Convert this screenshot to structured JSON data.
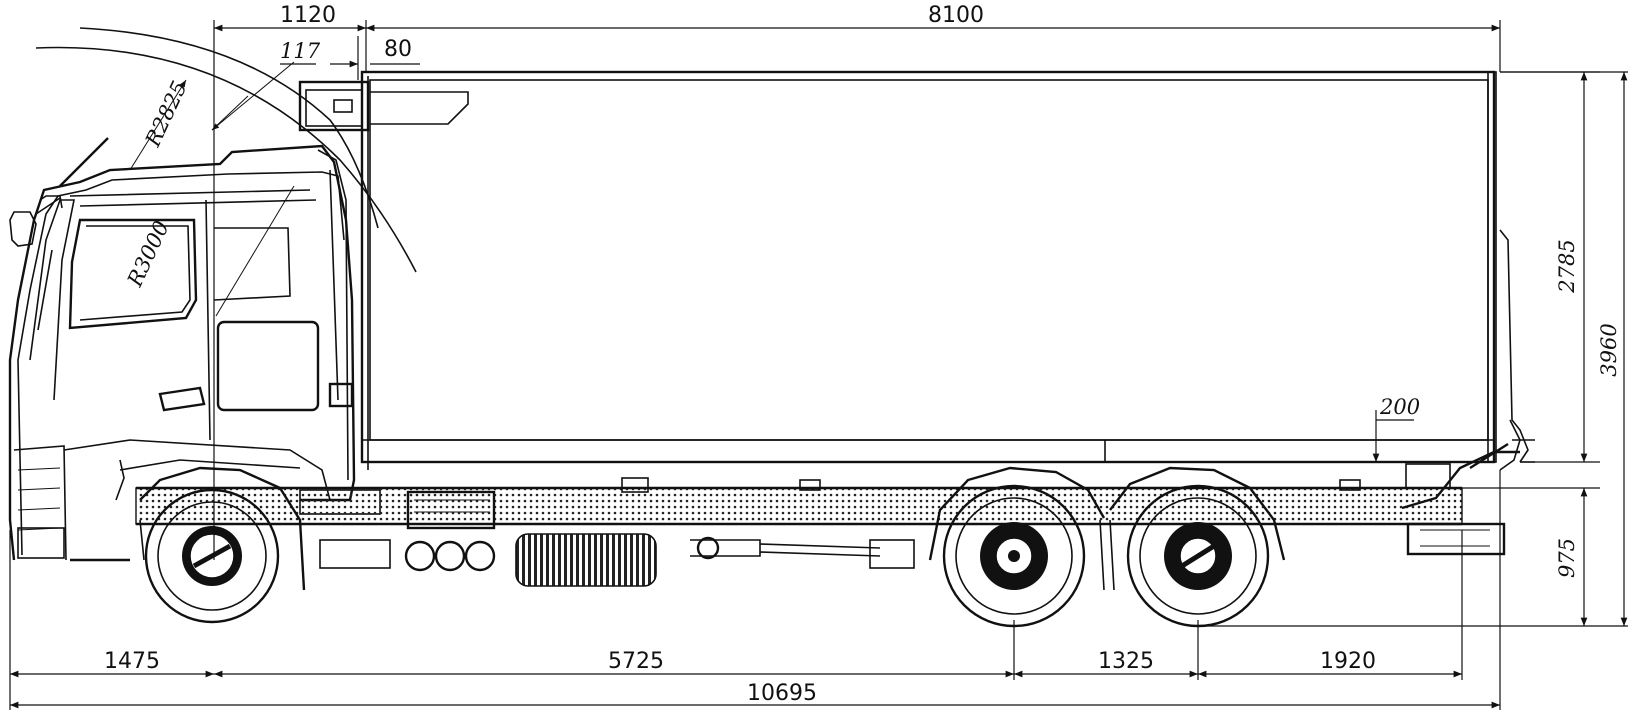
{
  "dimensions": {
    "cab_to_body": "1120",
    "body_length": "8100",
    "gap_117": "117",
    "gap_80": "80",
    "radius_2825": "R2825",
    "radius_3000": "R3000",
    "body_height": "2785",
    "total_height": "3960",
    "frame_height": "975",
    "offset_200": "200",
    "front_overhang": "1475",
    "wheelbase": "5725",
    "tandem": "1325",
    "rear_overhang": "1920",
    "total_length": "10695"
  }
}
